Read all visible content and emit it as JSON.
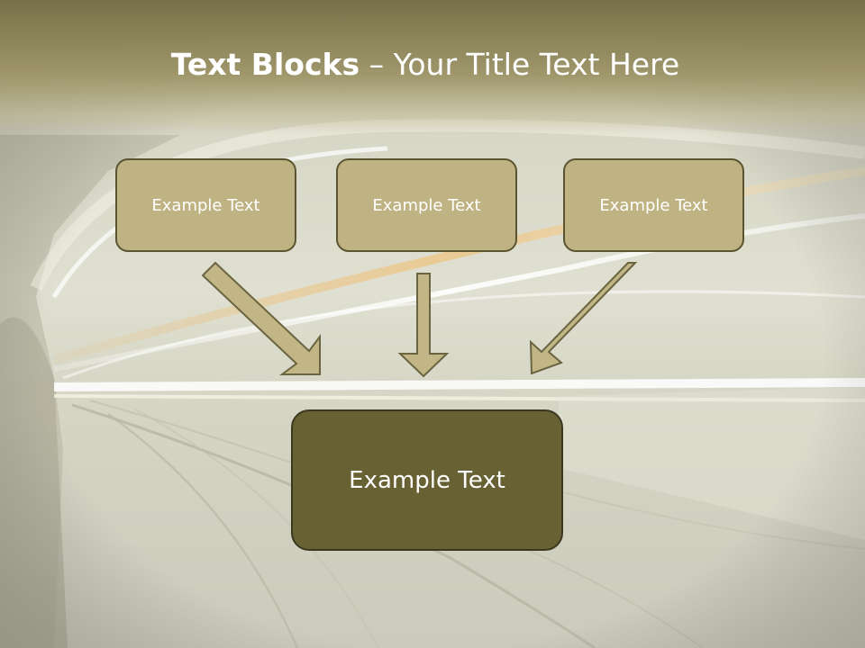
{
  "title": {
    "bold": "Text Blocks",
    "dash": " – ",
    "rest": "Your Title Text Here"
  },
  "blocks": [
    {
      "label": "Example Text"
    },
    {
      "label": "Example Text"
    },
    {
      "label": "Example Text"
    }
  ],
  "main_block": {
    "label": "Example Text"
  },
  "colors": {
    "box_fill": "#bfb383",
    "box_border": "#5a5430",
    "main_fill": "#676133",
    "arrow_fill": "#c2b686",
    "title_band": "#8c8458"
  }
}
